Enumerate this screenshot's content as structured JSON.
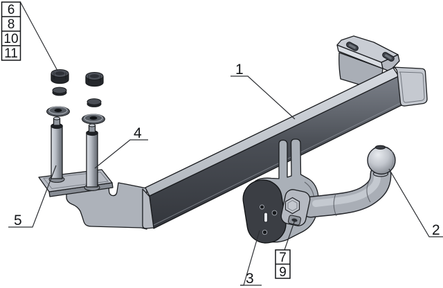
{
  "diagram": {
    "background_color": "#ffffff",
    "outline_color": "#1a1c1f",
    "leader_color": "#2b2d31",
    "metal_colors": {
      "light": "#c9cdd4",
      "mid": "#aab0b8",
      "dark_face": "#3c4046",
      "fastener_dark": "#26292d"
    },
    "callouts": {
      "c1": "1",
      "c2": "2",
      "c3": "3",
      "c4": "4",
      "c5": "5"
    },
    "fastener_groups": {
      "top_left": {
        "rows": [
          "6",
          "8",
          "10",
          "11"
        ]
      },
      "bottom_center": {
        "rows": [
          "7",
          "9"
        ]
      }
    }
  }
}
